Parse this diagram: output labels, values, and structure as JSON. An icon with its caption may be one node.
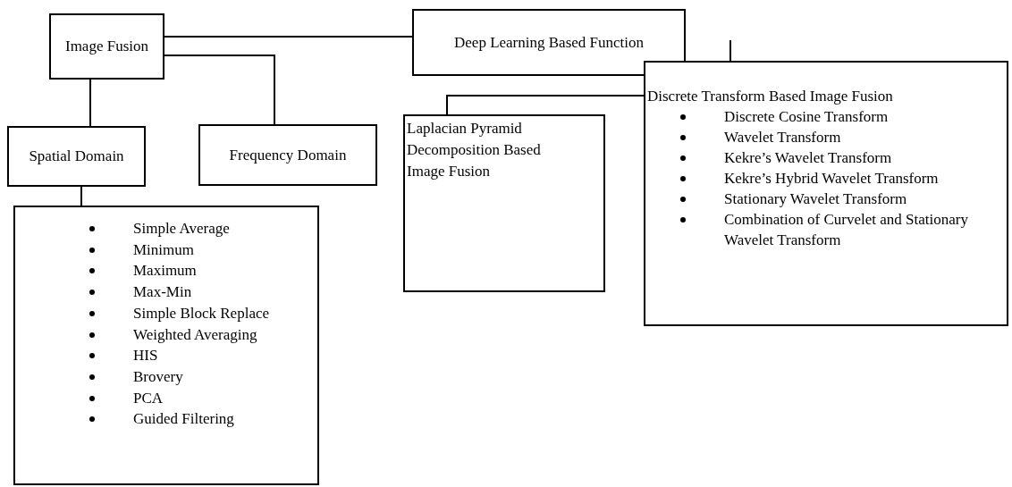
{
  "diagram": {
    "nodes": [
      {
        "text": [
          "Image Fusion"
        ]
      },
      {
        "text": [
          "Deep Learning Based Function"
        ]
      },
      {
        "text": [
          "Spatial Domain"
        ]
      },
      {
        "text": [
          "Frequency Domain"
        ]
      },
      {
        "text": [
          "Discrete Transform Based Image Fusion",
          "Discrete Cosine Transform",
          "Wavelet Transform",
          "Kekre’s Wavelet Transform",
          "Kekre’s Hybrid Wavelet Transform",
          "Stationary Wavelet Transform",
          "Combination of Curvelet and Stationary Wavelet Transform"
        ]
      },
      {
        "text": [
          "Laplacian Pyramid Decomposition Based Image Fusion"
        ]
      },
      {
        "text": [
          "Simple Average",
          "Minimum",
          "Maximum",
          "Max-Min",
          "Simple Block Replace",
          "Weighted Averaging",
          "HIS",
          "Brovery",
          "PCA",
          "Guided Filtering"
        ]
      }
    ],
    "edges": [
      {
        "from": 0,
        "to": 1,
        "arrow": "none"
      },
      {
        "from": 0,
        "to": 3,
        "arrow": "none"
      },
      {
        "from": 0,
        "to": 2,
        "arrow": "none"
      },
      {
        "from": 2,
        "to": 6,
        "arrow": "none"
      },
      {
        "from": null,
        "to": 4,
        "arrow": "none"
      },
      {
        "from": 4,
        "to": 5,
        "arrow": "none"
      }
    ]
  }
}
